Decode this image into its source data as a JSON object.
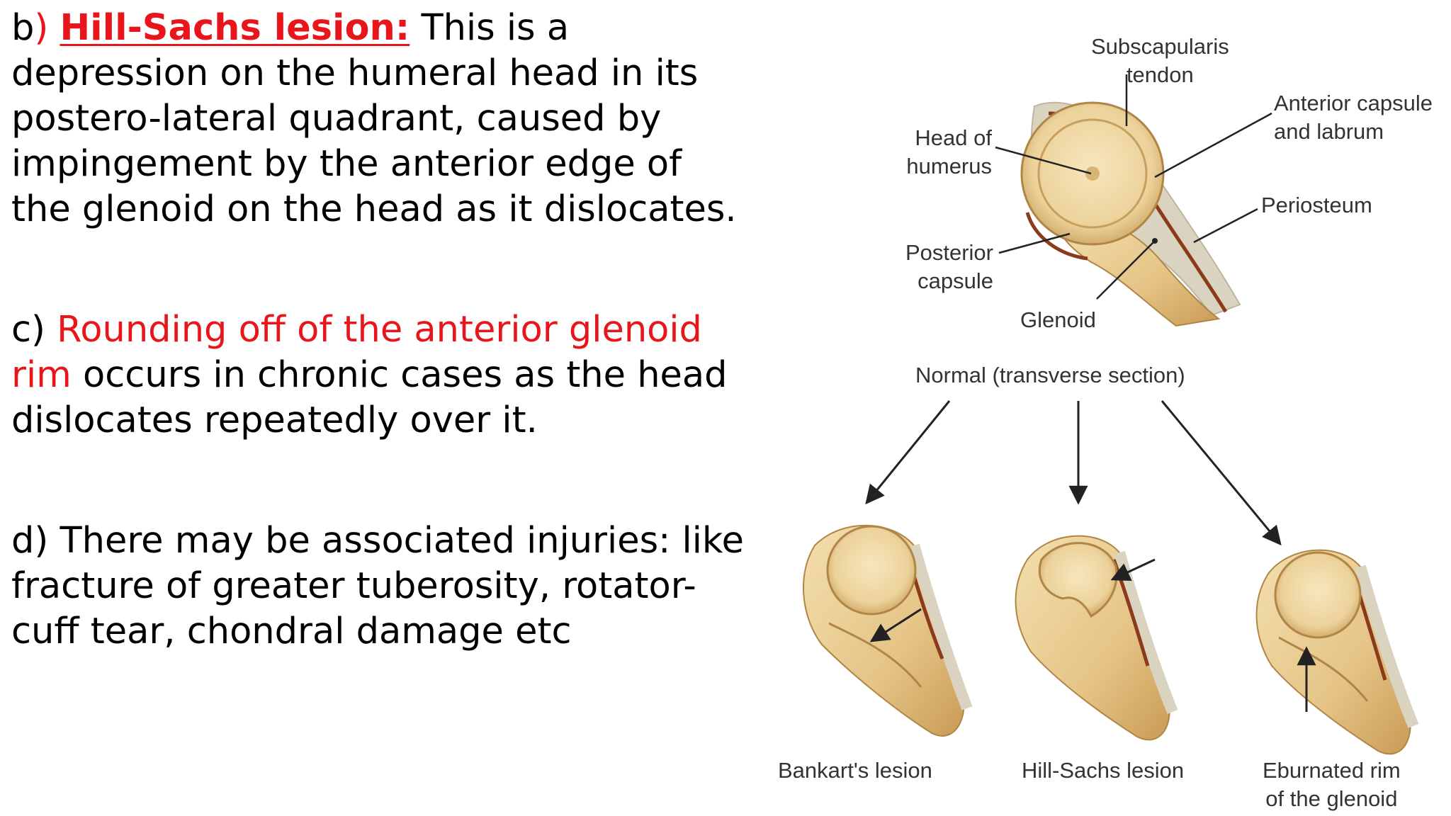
{
  "text": {
    "b": {
      "marker": "b",
      "paren": ")",
      "term": "Hill-Sachs lesion:",
      "body": " This is a depression on the humeral head in its postero-lateral quadrant, caused by impingement by the anterior edge of the glenoid on the head as it dislocates."
    },
    "c": {
      "marker": "c) ",
      "highlight": "Rounding off of the anterior glenoid rim",
      "body": " occurs in chronic cases as the head dislocates repeatedly over it."
    },
    "d": {
      "body": "d) There may be associated injuries: like fracture of greater tuberosity, rotator-cuff tear, chondral damage etc"
    }
  },
  "figure": {
    "labels": {
      "subscapularis": "Subscapularis\ntendon",
      "anterior_capsule": "Anterior capsule\nand labrum",
      "head_of_humerus": "Head of\nhumerus",
      "periosteum": "Periosteum",
      "posterior_capsule": "Posterior\ncapsule",
      "glenoid": "Glenoid",
      "normal": "Normal (transverse section)",
      "bankart": "Bankart's lesion",
      "hill_sachs": "Hill-Sachs lesion",
      "eburnated": "Eburnated rim\nof the glenoid"
    },
    "colors": {
      "bone": "#ecd29a",
      "bone_shadow": "#c9a05c",
      "capsule": "#8b3a1c",
      "periosteum_band": "#d9d3c0",
      "line": "#222222"
    }
  }
}
